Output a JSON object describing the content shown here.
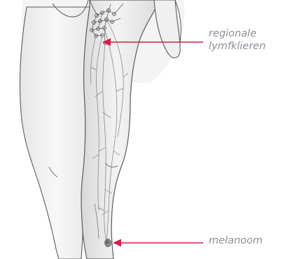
{
  "labels": {
    "lymph_nodes_line1": "regionale",
    "lymph_nodes_line2": "lymfklieren",
    "melanoma": "melanoom"
  },
  "colors": {
    "label_text": "#8a8f96",
    "arrow": "#e0194a",
    "body_outline": "#5a5a5a",
    "body_fill": "#f1f1f1",
    "leg_shade": "#e4e4e4",
    "lymph_vessel": "#7d7d7d",
    "background": "#ffffff"
  },
  "icons": {
    "lymph_arrow": "left-arrow",
    "melanoma_arrow": "left-arrow"
  }
}
